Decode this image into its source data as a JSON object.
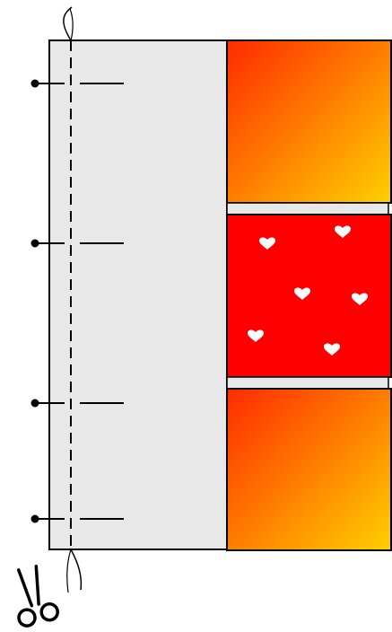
{
  "diagram": {
    "icons": {
      "scissors": "scissors-icon",
      "heart": "heart-icon"
    },
    "colors": {
      "background": "#ffffff",
      "stroke": "#000000",
      "flap_fill": "#e8e8e8",
      "gradient_start": "#ff2a00",
      "gradient_end": "#ffd000",
      "red_panel": "#ff0000",
      "heart": "#ffffff",
      "edge_strip": "#8b0000"
    },
    "elements": {
      "binding_holes": 4,
      "hearts": 6,
      "gradient_panels": 2,
      "connector_strips": 2
    },
    "cut_line": {
      "style": "dashed"
    }
  }
}
